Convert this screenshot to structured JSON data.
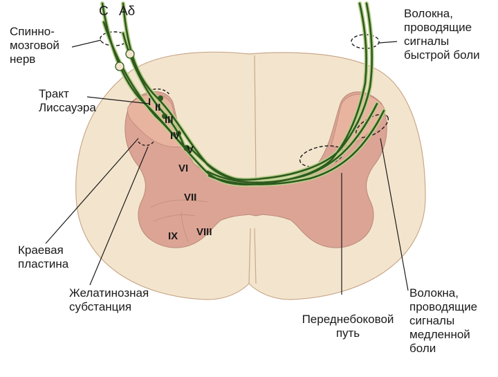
{
  "fiber_types": {
    "c": "C",
    "a_delta": "Aδ"
  },
  "labels": {
    "spinal_nerve": "Спинно-\nмозговой\nнерв",
    "lissauer_tract": "Тракт\nЛиссауэра",
    "marginal_lamina": "Краевая\nпластина",
    "gelatinous_substance": "Желатинозная\nсубстанция",
    "fast_pain_fibers": "Волокна,\nпроводящие\nсигналы\nбыстрой боли",
    "slow_pain_fibers": "Волокна,\nпроводящие\nсигналы\nмедленной\nболи",
    "anterolateral_pathway": "Переднебоковой\nпуть"
  },
  "laminae": [
    "I",
    "II",
    "III",
    "IV",
    "V",
    "VI",
    "VII",
    "VIII",
    "IX"
  ],
  "colors": {
    "white_matter": "#f3e5cd",
    "gray_matter": "#dca495",
    "dorsal_horn": "#e8b4a0",
    "fiber": "#2d5a1f",
    "fiber_highlight": "#b9cf8a",
    "outline": "#c9a78a"
  }
}
